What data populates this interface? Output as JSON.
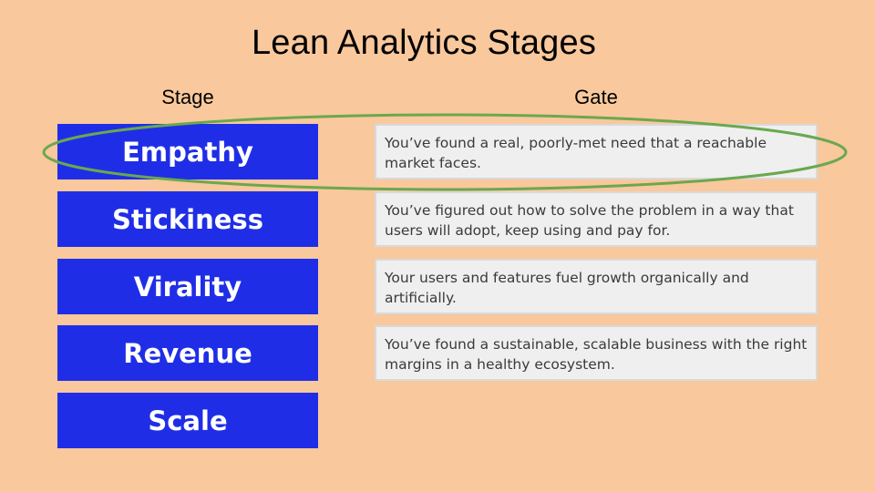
{
  "colors": {
    "background": "#f9c89c",
    "stage_fill": "#1f2ee6",
    "gate_fill": "#efefef",
    "highlight_ellipse": "#6aa84f"
  },
  "slide": {
    "title": "Lean Analytics Stages",
    "headers": {
      "stage": "Stage",
      "gate": "Gate"
    },
    "stages": [
      {
        "name": "Empathy",
        "gate": "You’ve found a real, poorly-met need that a reachable market faces."
      },
      {
        "name": "Stickiness",
        "gate": "You’ve figured out how to solve the problem in a way that users will adopt, keep using and pay for."
      },
      {
        "name": "Virality",
        "gate": "Your users and features fuel growth organically and artificially."
      },
      {
        "name": "Revenue",
        "gate": "You’ve found a sustainable, scalable business with the right margins in a healthy ecosystem."
      },
      {
        "name": "Scale",
        "gate": ""
      }
    ],
    "highlighted_stage": "Empathy"
  }
}
